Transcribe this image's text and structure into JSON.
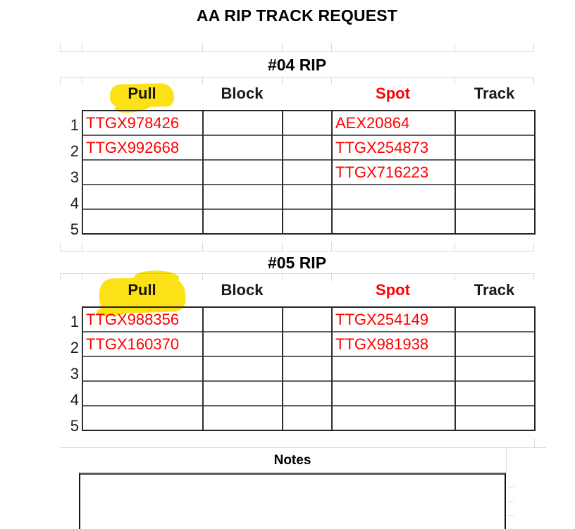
{
  "doc": {
    "title": "AA RIP TRACK REQUEST",
    "notes": {
      "label": "Notes",
      "value": ""
    }
  },
  "colors": {
    "data_red": "#ff0000",
    "highlight_yellow": "#fbe116",
    "grid_dark": "#2f2f2f",
    "grid_faint": "#d9d9d9"
  },
  "tables": [
    {
      "title": "#04 RIP",
      "pull_highlighted": true,
      "headers": {
        "pull": "Pull",
        "block": "Block",
        "gap": "",
        "spot": "Spot",
        "track": "Track"
      },
      "rows": [
        {
          "num": "1",
          "pull": "TTGX978426",
          "block": "",
          "gap": "",
          "spot": "AEX20864",
          "track": ""
        },
        {
          "num": "2",
          "pull": "TTGX992668",
          "block": "",
          "gap": "",
          "spot": "TTGX254873",
          "track": ""
        },
        {
          "num": "3",
          "pull": "",
          "block": "",
          "gap": "",
          "spot": "TTGX716223",
          "track": ""
        },
        {
          "num": "4",
          "pull": "",
          "block": "",
          "gap": "",
          "spot": "",
          "track": ""
        },
        {
          "num": "5",
          "pull": "",
          "block": "",
          "gap": "",
          "spot": "",
          "track": ""
        }
      ]
    },
    {
      "title": "#05 RIP",
      "pull_highlighted": true,
      "headers": {
        "pull": "Pull",
        "block": "Block",
        "gap": "",
        "spot": "Spot",
        "track": "Track"
      },
      "rows": [
        {
          "num": "1",
          "pull": "TTGX988356",
          "block": "",
          "gap": "",
          "spot": "TTGX254149",
          "track": ""
        },
        {
          "num": "2",
          "pull": "TTGX160370",
          "block": "",
          "gap": "",
          "spot": "TTGX981938",
          "track": ""
        },
        {
          "num": "3",
          "pull": "",
          "block": "",
          "gap": "",
          "spot": "",
          "track": ""
        },
        {
          "num": "4",
          "pull": "",
          "block": "",
          "gap": "",
          "spot": "",
          "track": ""
        },
        {
          "num": "5",
          "pull": "",
          "block": "",
          "gap": "",
          "spot": "",
          "track": ""
        }
      ]
    }
  ]
}
